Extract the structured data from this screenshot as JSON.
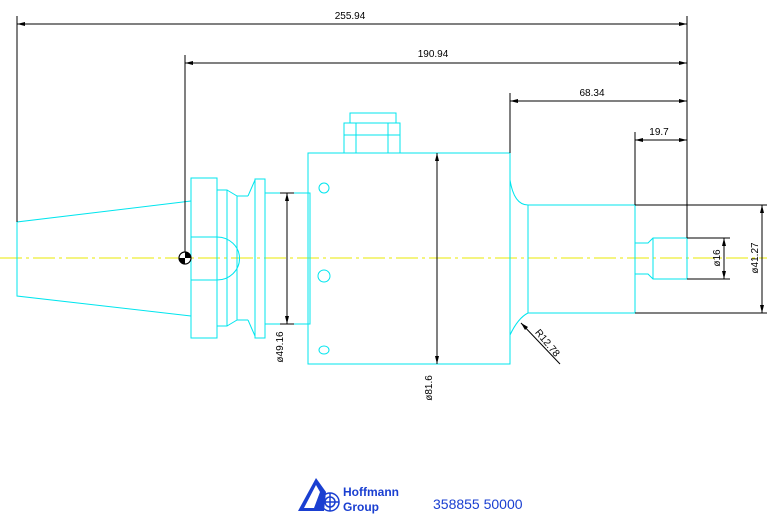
{
  "colors": {
    "part": "#00e5ee",
    "dimension": "#000000",
    "centerline": "#e8e800",
    "brand": "#1a3fd1",
    "background": "#ffffff"
  },
  "dimensions": {
    "overall_length": "255.94",
    "length_190": "190.94",
    "length_68": "68.34",
    "length_19": "19.7",
    "dia_49": "ø49.16",
    "dia_81": "ø81.6",
    "dia_16": "ø16",
    "dia_41": "ø41.27",
    "radius": "R12.78"
  },
  "footer": {
    "brand_line1": "Hoffmann",
    "brand_line2": "Group",
    "part_number": "358855 50000",
    "logo_icon": "hoffmann-logo-icon"
  }
}
